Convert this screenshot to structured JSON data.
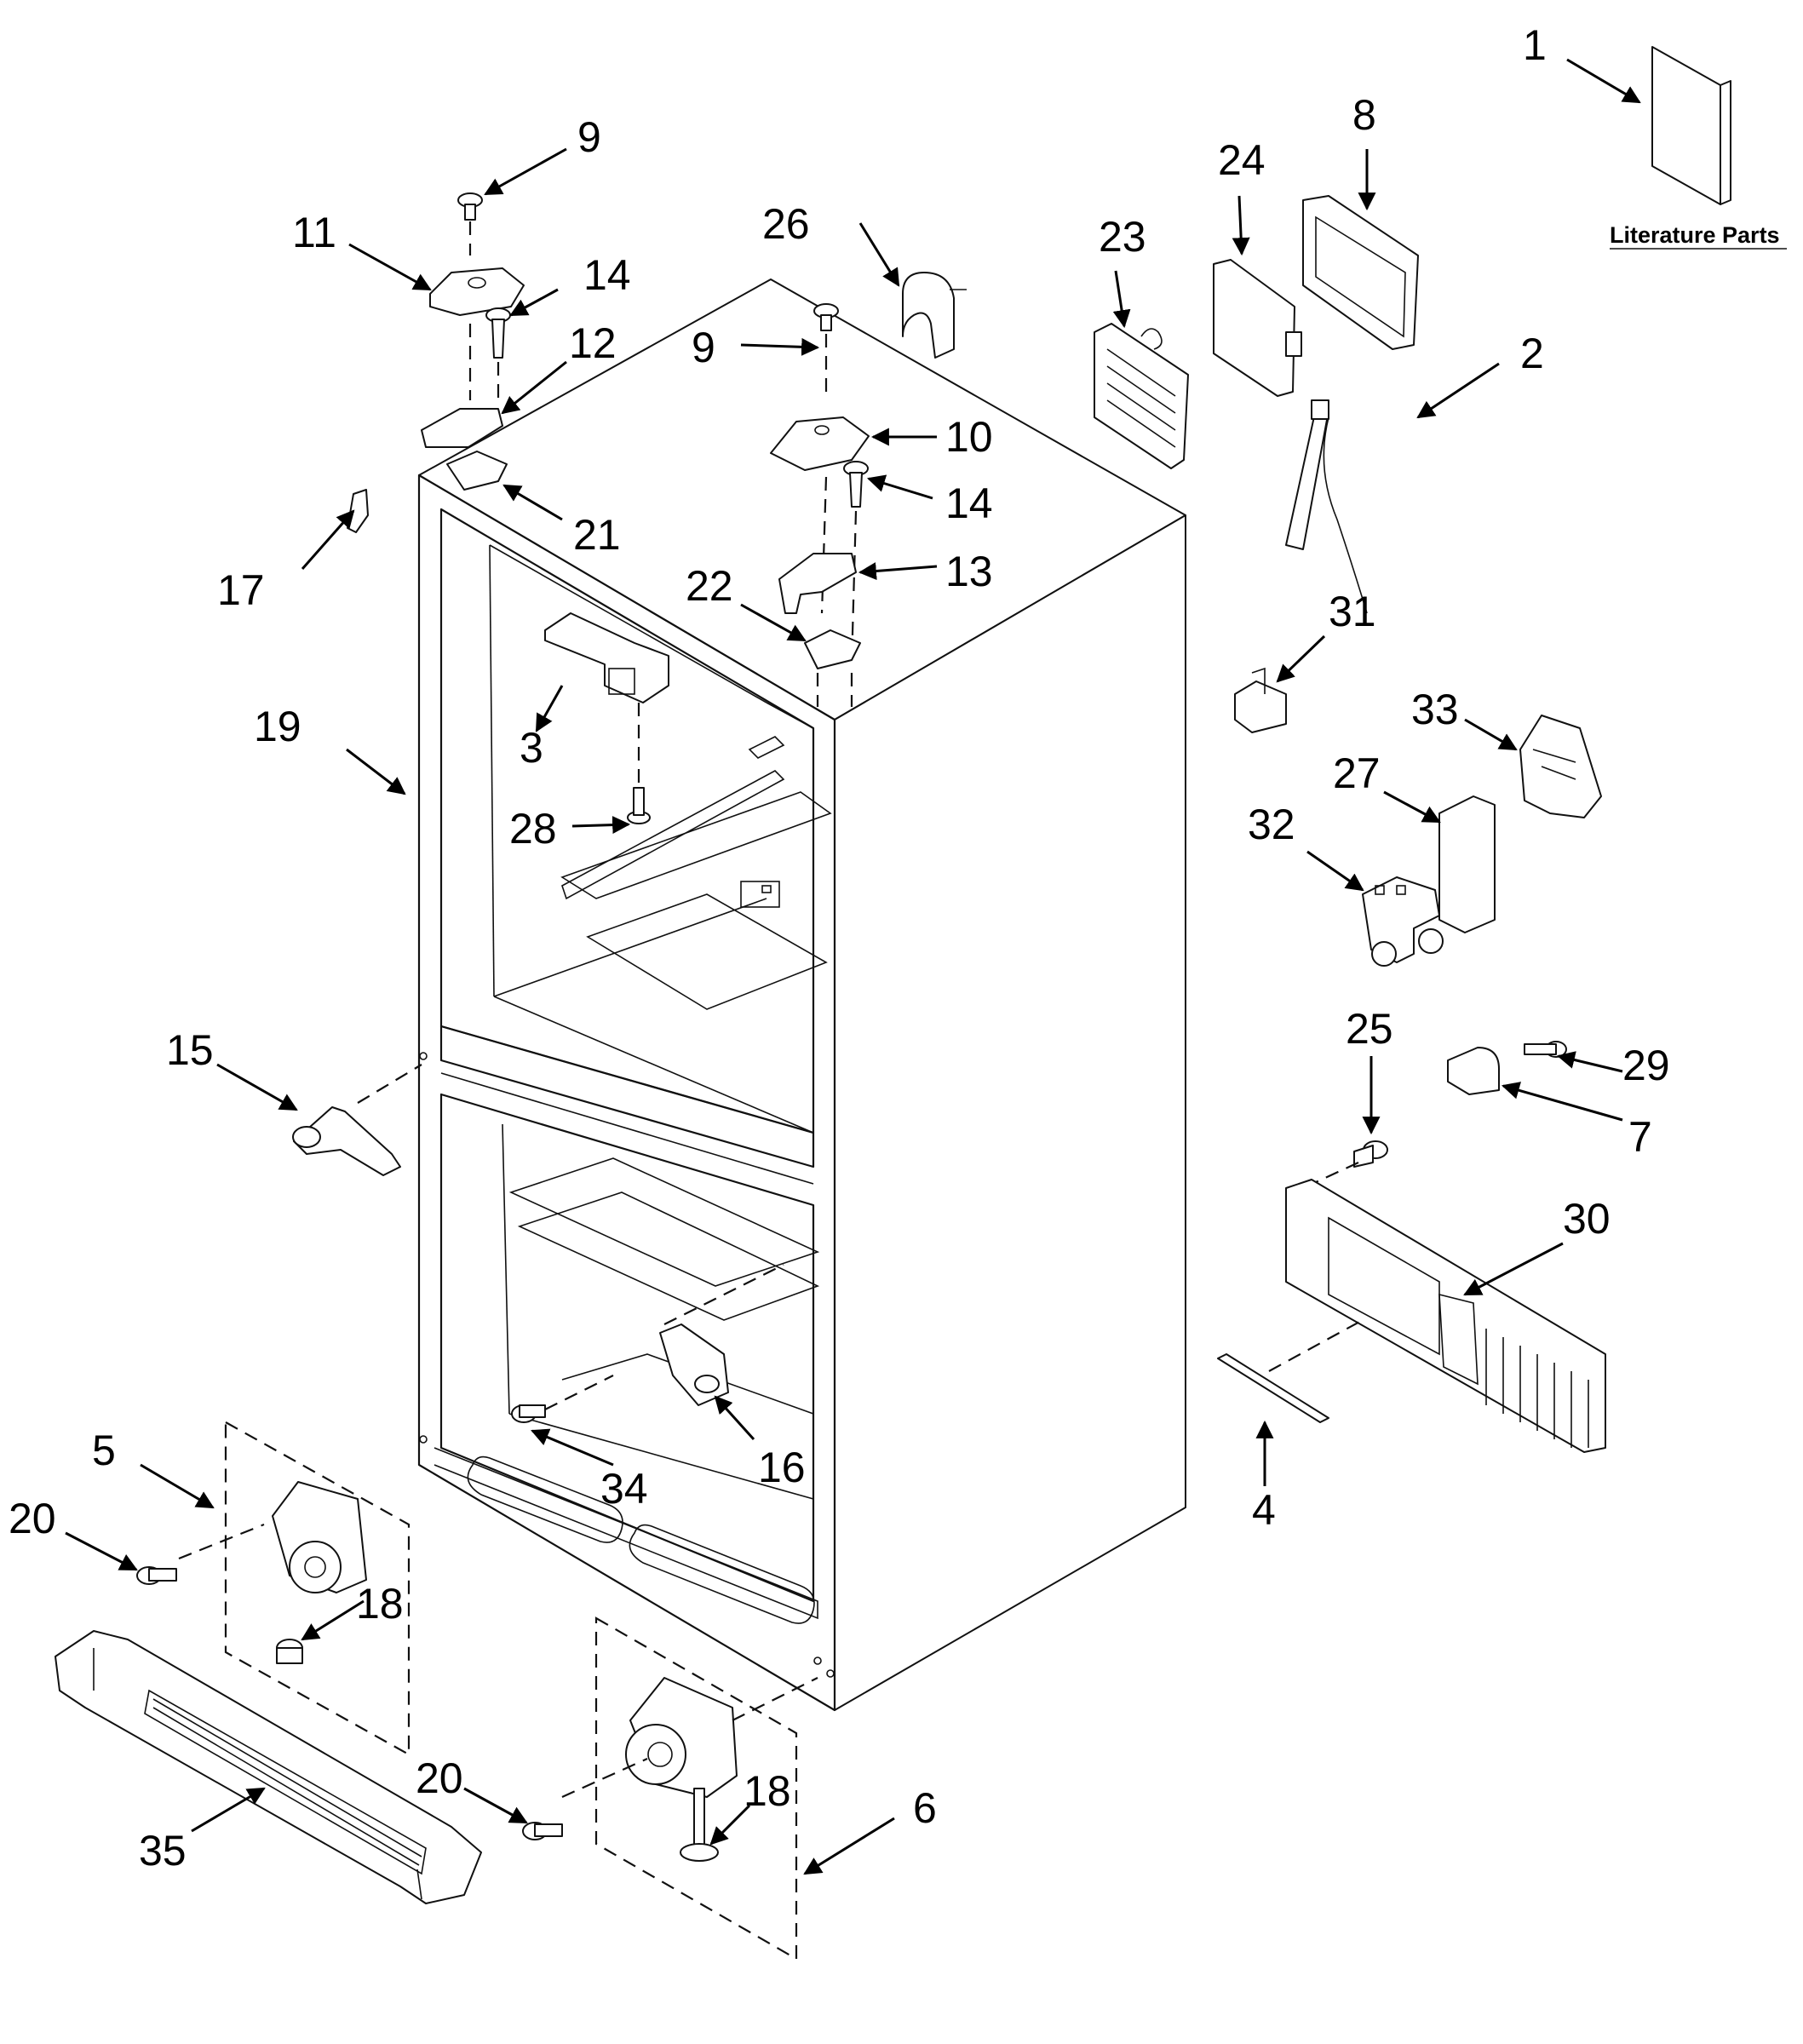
{
  "diagram": {
    "literature_label": "Literature Parts",
    "callouts": {
      "c1": "1",
      "c2": "2",
      "c3": "3",
      "c4": "4",
      "c5": "5",
      "c6": "6",
      "c7": "7",
      "c8": "8",
      "c9a": "9",
      "c9b": "9",
      "c10": "10",
      "c11": "11",
      "c12": "12",
      "c13": "13",
      "c14a": "14",
      "c14b": "14",
      "c15": "15",
      "c16": "16",
      "c17": "17",
      "c18a": "18",
      "c18b": "18",
      "c19": "19",
      "c20a": "20",
      "c20b": "20",
      "c21": "21",
      "c22": "22",
      "c23": "23",
      "c24": "24",
      "c25": "25",
      "c26": "26",
      "c27": "27",
      "c28": "28",
      "c29": "29",
      "c30": "30",
      "c31": "31",
      "c32": "32",
      "c33": "33",
      "c34": "34",
      "c35": "35"
    }
  }
}
